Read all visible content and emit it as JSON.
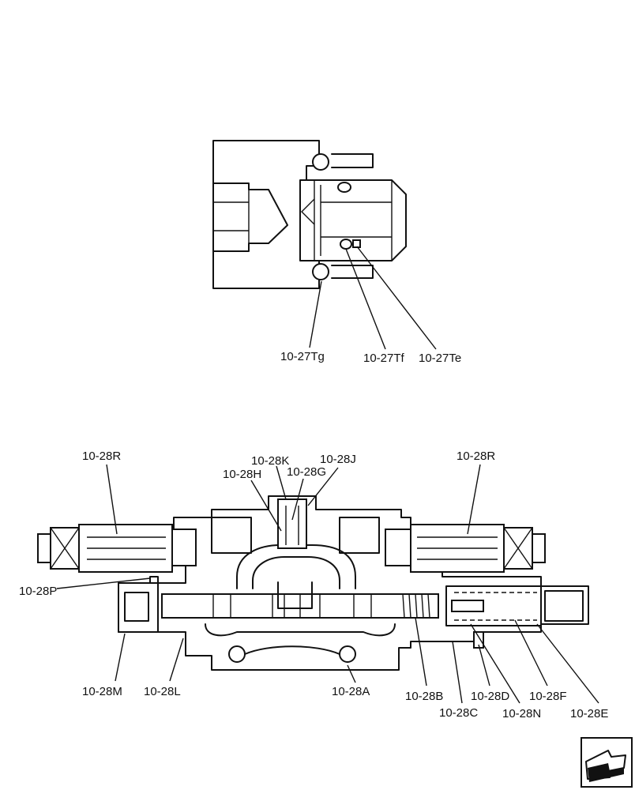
{
  "detail_labels": {
    "tg": "10-27Tg",
    "tf": "10-27Tf",
    "te": "10-27Te"
  },
  "valve_labels": {
    "r_left": "10-28R",
    "r_right": "10-28R",
    "k": "10-28K",
    "j": "10-28J",
    "h": "10-28H",
    "g": "10-28G",
    "p": "10-28P",
    "m": "10-28M",
    "l": "10-28L",
    "a": "10-28A",
    "b": "10-28B",
    "c": "10-28C",
    "d": "10-28D",
    "n": "10-28N",
    "f": "10-28F",
    "e": "10-28E"
  },
  "nav_icon": "next-page-arrow-icon"
}
